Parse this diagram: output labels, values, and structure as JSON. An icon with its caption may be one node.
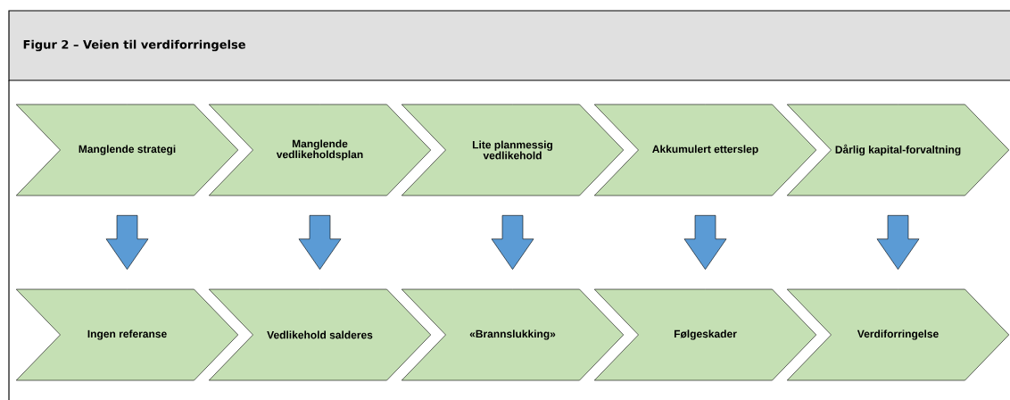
{
  "diagram": {
    "title": "Figur 2 – Veien til verdiforringelse",
    "nodes": [
      {
        "text": [
          "Manglende strategi"
        ]
      },
      {
        "text": [
          "Manglende vedlikeholdsplan"
        ]
      },
      {
        "text": [
          "Lite planmessig vedlikehold"
        ]
      },
      {
        "text": [
          "Akkumulert etterslep"
        ]
      },
      {
        "text": [
          "Dårlig kapital-forvaltning"
        ]
      },
      {
        "text": [
          "Ingen referanse"
        ]
      },
      {
        "text": [
          "Vedlikehold salderes"
        ]
      },
      {
        "text": [
          "«Brannslukking»"
        ]
      },
      {
        "text": [
          "Følgeskader"
        ]
      },
      {
        "text": [
          "Verdiforringelse"
        ]
      }
    ],
    "edges": [
      {
        "from": 0,
        "to": 5,
        "arrow": "to"
      },
      {
        "from": 1,
        "to": 6,
        "arrow": "to"
      },
      {
        "from": 2,
        "to": 7,
        "arrow": "to"
      },
      {
        "from": 3,
        "to": 8,
        "arrow": "to"
      },
      {
        "from": 4,
        "to": 9,
        "arrow": "to"
      }
    ]
  }
}
